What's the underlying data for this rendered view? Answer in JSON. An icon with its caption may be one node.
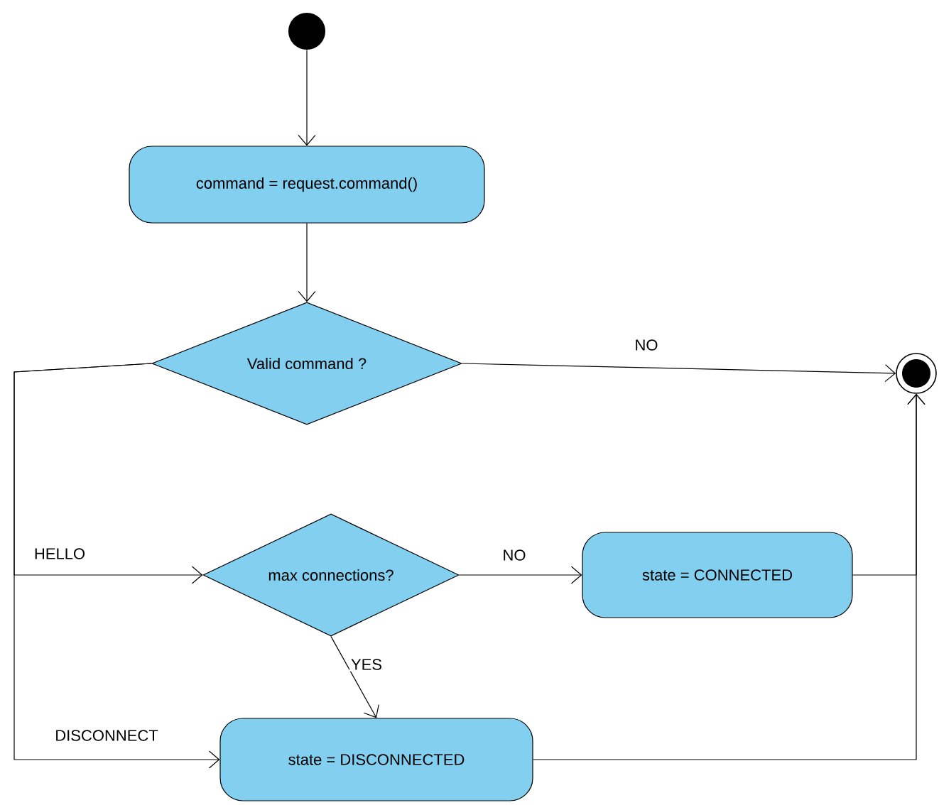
{
  "diagram": {
    "nodes": [
      {
        "text": [],
        "shape": "circle"
      },
      {
        "text": [
          "command = request.command()"
        ]
      },
      {
        "text": [
          "Valid command ?"
        ]
      },
      {
        "text": [
          "max connections?"
        ]
      },
      {
        "text": [
          "state = CONNECTED"
        ]
      },
      {
        "text": [
          "state = DISCONNECTED"
        ]
      },
      {
        "text": [],
        "shape": "circle"
      }
    ],
    "edges": [
      {
        "from": 0,
        "to": 1,
        "arrow": "to"
      },
      {
        "from": 1,
        "to": 2,
        "arrow": "to"
      },
      {
        "from": 2,
        "to": 6,
        "arrow": "to",
        "label": "NO"
      },
      {
        "from": 2,
        "to": 3,
        "arrow": "to",
        "label": "HELLO"
      },
      {
        "from": 2,
        "to": 5,
        "arrow": "to",
        "label": "DISCONNECT"
      },
      {
        "from": 3,
        "to": 4,
        "arrow": "to",
        "label": "NO"
      },
      {
        "from": 3,
        "to": 5,
        "arrow": "to",
        "label": "YES"
      },
      {
        "from": 4,
        "to": 6,
        "arrow": "to"
      },
      {
        "from": 5,
        "to": 6,
        "arrow": "to"
      }
    ]
  }
}
